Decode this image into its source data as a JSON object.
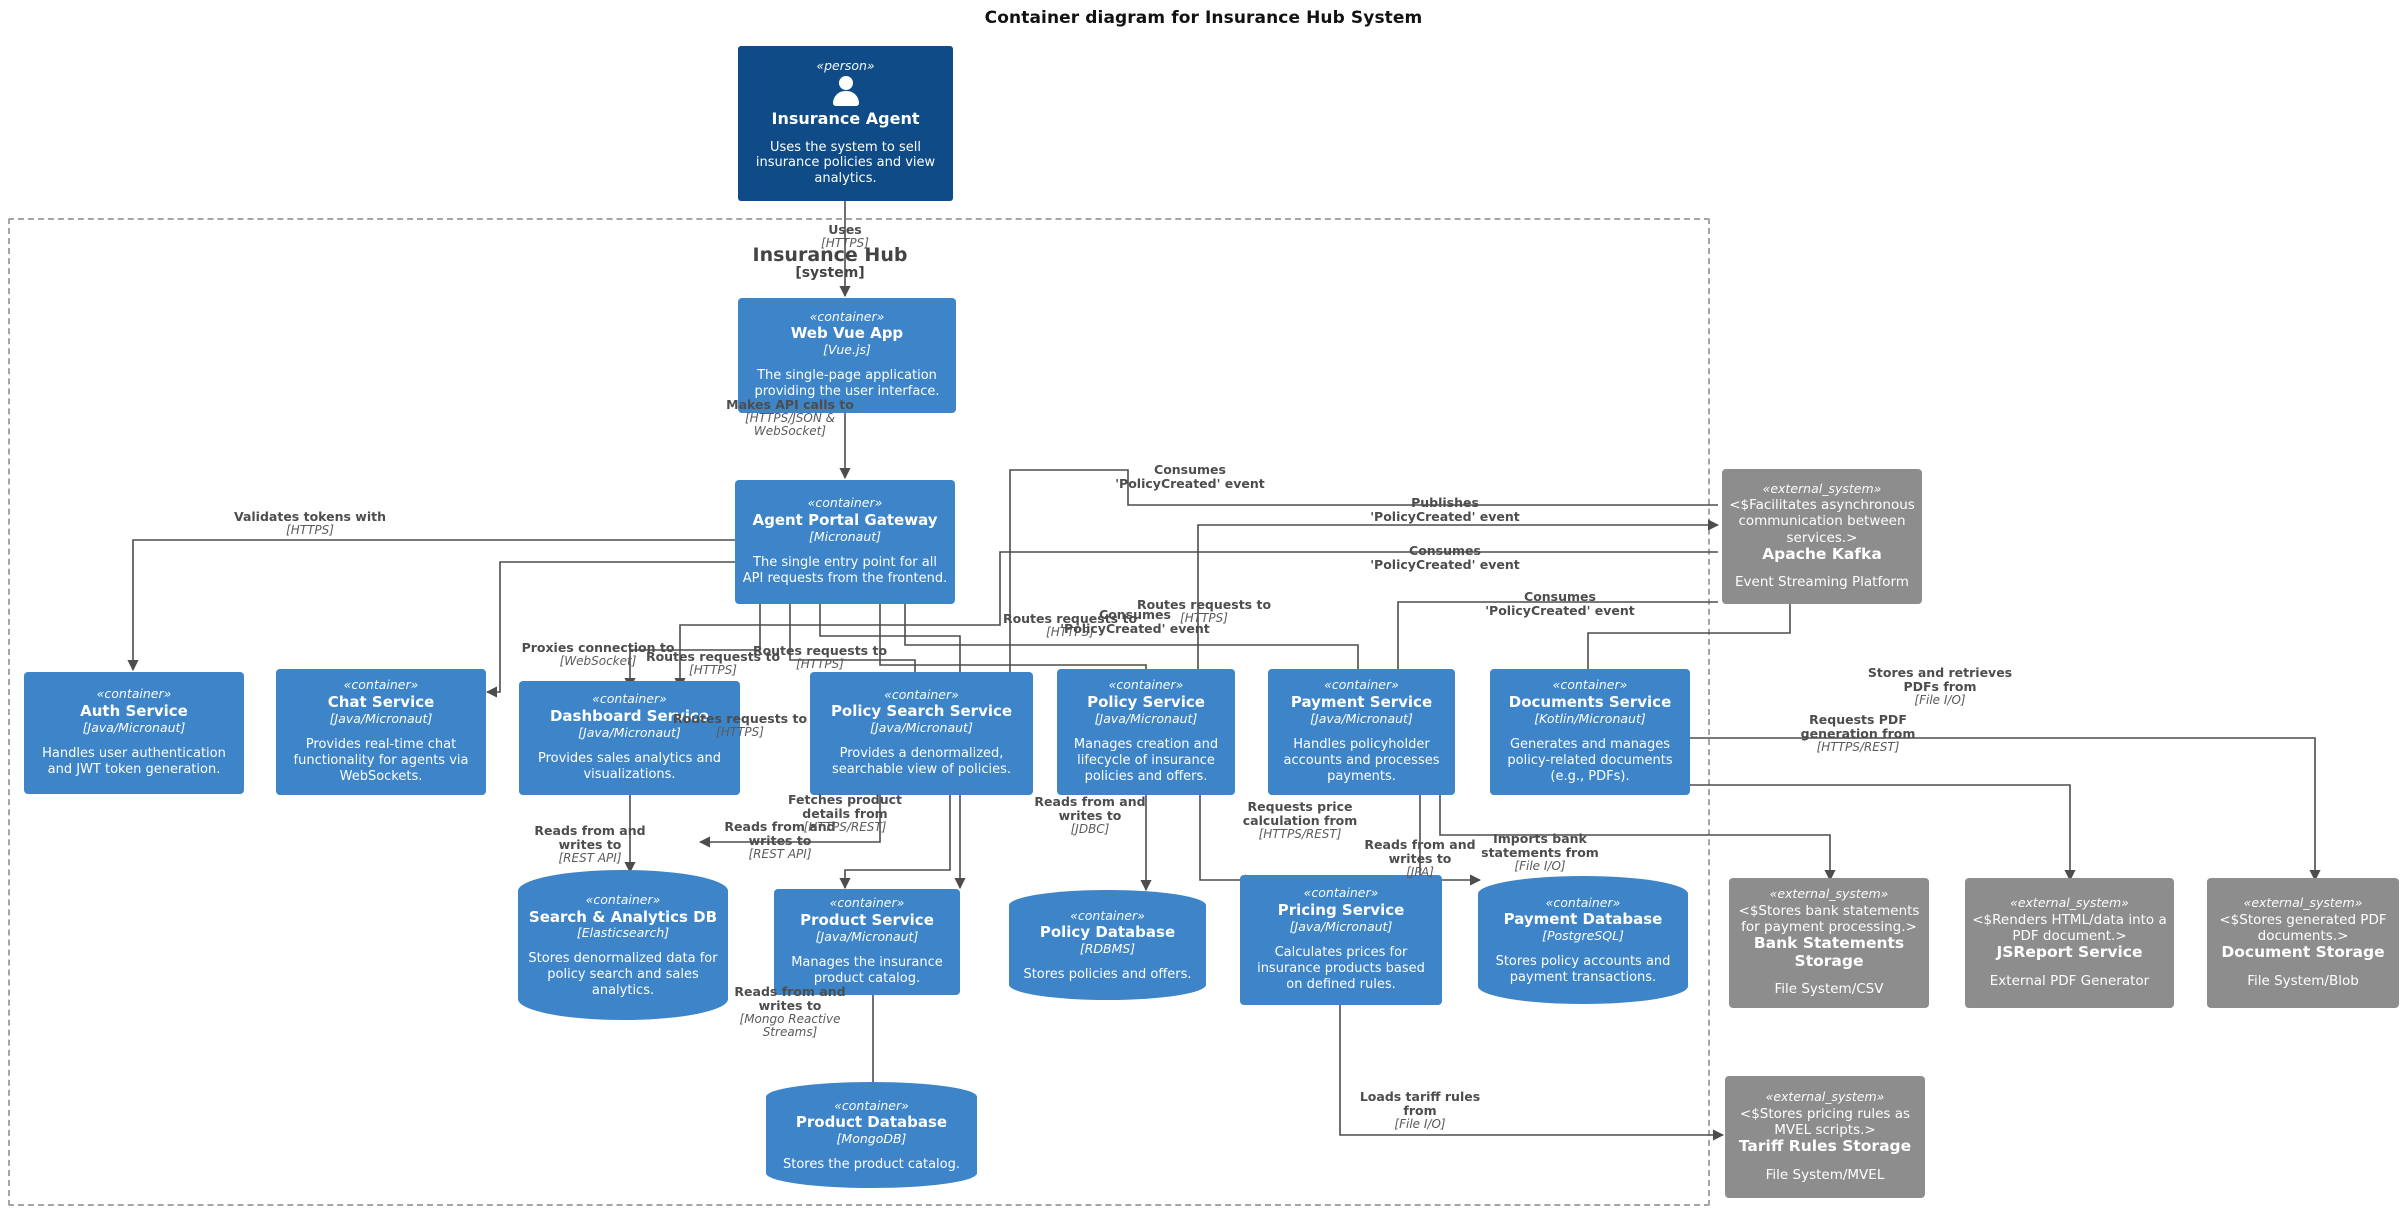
{
  "title": "Container diagram for Insurance Hub System",
  "boundary": {
    "name": "Insurance Hub",
    "type": "[system]"
  },
  "stereotypes": {
    "person": "«person»",
    "container": "«container»",
    "external_system": "«external_system»"
  },
  "colors": {
    "person": "#0f4c87",
    "container": "#3d85c8",
    "external": "#8d8d8d",
    "edge": "#4d4d4d",
    "boundary": "#a5a5a5",
    "background": "#ffffff"
  },
  "nodes": [
    {
      "id": "insurance-agent",
      "kind": "person",
      "stereotype": "«person»",
      "name": "Insurance Agent",
      "tech": "",
      "desc": "Uses the system to sell insurance policies and view analytics."
    },
    {
      "id": "web-vue-app",
      "kind": "container",
      "stereotype": "«container»",
      "name": "Web Vue App",
      "tech": "[Vue.js]",
      "desc": "The single-page application providing the user interface."
    },
    {
      "id": "agent-portal-gateway",
      "kind": "container",
      "stereotype": "«container»",
      "name": "Agent Portal Gateway",
      "tech": "[Micronaut]",
      "desc": "The single entry point for all API requests from the frontend."
    },
    {
      "id": "auth-service",
      "kind": "container",
      "stereotype": "«container»",
      "name": "Auth Service",
      "tech": "[Java/Micronaut]",
      "desc": "Handles user authentication and JWT token generation."
    },
    {
      "id": "chat-service",
      "kind": "container",
      "stereotype": "«container»",
      "name": "Chat Service",
      "tech": "[Java/Micronaut]",
      "desc": "Provides real-time chat functionality for agents via WebSockets."
    },
    {
      "id": "dashboard-service",
      "kind": "container",
      "stereotype": "«container»",
      "name": "Dashboard Service",
      "tech": "[Java/Micronaut]",
      "desc": "Provides sales analytics and visualizations."
    },
    {
      "id": "policy-search-service",
      "kind": "container",
      "stereotype": "«container»",
      "name": "Policy Search Service",
      "tech": "[Java/Micronaut]",
      "desc": "Provides a denormalized, searchable view of policies."
    },
    {
      "id": "policy-service",
      "kind": "container",
      "stereotype": "«container»",
      "name": "Policy Service",
      "tech": "[Java/Micronaut]",
      "desc": "Manages creation and lifecycle of insurance policies and offers."
    },
    {
      "id": "payment-service",
      "kind": "container",
      "stereotype": "«container»",
      "name": "Payment Service",
      "tech": "[Java/Micronaut]",
      "desc": "Handles policyholder accounts and processes payments."
    },
    {
      "id": "documents-service",
      "kind": "container",
      "stereotype": "«container»",
      "name": "Documents Service",
      "tech": "[Kotlin/Micronaut]",
      "desc": "Generates and manages policy-related documents (e.g., PDFs)."
    },
    {
      "id": "search-analytics-db",
      "kind": "db",
      "stereotype": "«container»",
      "name": "Search & Analytics DB",
      "tech": "[Elasticsearch]",
      "desc": "Stores denormalized data for policy search and sales analytics."
    },
    {
      "id": "product-service",
      "kind": "container",
      "stereotype": "«container»",
      "name": "Product Service",
      "tech": "[Java/Micronaut]",
      "desc": "Manages the insurance product catalog."
    },
    {
      "id": "policy-database",
      "kind": "db",
      "stereotype": "«container»",
      "name": "Policy Database",
      "tech": "[RDBMS]",
      "desc": "Stores policies and offers."
    },
    {
      "id": "pricing-service",
      "kind": "container",
      "stereotype": "«container»",
      "name": "Pricing Service",
      "tech": "[Java/Micronaut]",
      "desc": "Calculates prices for insurance products based on defined rules."
    },
    {
      "id": "payment-database",
      "kind": "db",
      "stereotype": "«container»",
      "name": "Payment Database",
      "tech": "[PostgreSQL]",
      "desc": "Stores policy accounts and payment transactions."
    },
    {
      "id": "product-database",
      "kind": "db",
      "stereotype": "«container»",
      "name": "Product Database",
      "tech": "[MongoDB]",
      "desc": "Stores the product catalog."
    },
    {
      "id": "apache-kafka",
      "kind": "external",
      "stereotype": "«external_system»",
      "xdesc": "<$Facilitates asynchronous communication between services.>",
      "name": "Apache Kafka",
      "tech": "Event Streaming Platform"
    },
    {
      "id": "bank-statements-storage",
      "kind": "external",
      "stereotype": "«external_system»",
      "xdesc": "<$Stores bank statements for payment processing.>",
      "name": "Bank Statements Storage",
      "tech": "File System/CSV"
    },
    {
      "id": "jsreport-service",
      "kind": "external",
      "stereotype": "«external_system»",
      "xdesc": "<$Renders HTML/data into a PDF document.>",
      "name": "JSReport Service",
      "tech": "External PDF Generator"
    },
    {
      "id": "document-storage",
      "kind": "external",
      "stereotype": "«external_system»",
      "xdesc": "<$Stores generated PDF documents.>",
      "name": "Document Storage",
      "tech": "File System/Blob"
    },
    {
      "id": "tariff-rules-storage",
      "kind": "external",
      "stereotype": "«external_system»",
      "xdesc": "<$Stores pricing rules as MVEL scripts.>",
      "name": "Tariff Rules Storage",
      "tech": "File System/MVEL"
    }
  ],
  "edges": [
    {
      "id": "agent-uses-web",
      "text": "Uses",
      "tech": "[HTTPS]"
    },
    {
      "id": "web-calls-gateway",
      "text": "Makes API calls to",
      "tech": "[HTTPS/JSON &\nWebSocket]"
    },
    {
      "id": "gateway-validates-auth",
      "text": "Validates tokens with",
      "tech": "[HTTPS]"
    },
    {
      "id": "gateway-proxies-chat",
      "text": "Proxies connection to",
      "tech": "[WebSocket]"
    },
    {
      "id": "gateway-routes-dashboard",
      "text": "Routes requests to",
      "tech": "[HTTPS]"
    },
    {
      "id": "gateway-routes-policysearch",
      "text": "Routes requests to",
      "tech": "[HTTPS]"
    },
    {
      "id": "gateway-routes-policy",
      "text": "Routes requests to",
      "tech": "[HTTPS]"
    },
    {
      "id": "gateway-routes-payment",
      "text": "Routes requests to",
      "tech": "[HTTPS]"
    },
    {
      "id": "gateway-routes-product",
      "text": "Routes requests to",
      "tech": "[HTTPS]"
    },
    {
      "id": "policy-publishes-kafka",
      "text": "Publishes\n'PolicyCreated' event",
      "tech": ""
    },
    {
      "id": "policysearch-consumes-kafka",
      "text": "Consumes\n'PolicyCreated' event",
      "tech": ""
    },
    {
      "id": "dashboard-consumes-kafka",
      "text": "Consumes\n'PolicyCreated' event",
      "tech": ""
    },
    {
      "id": "payment-consumes-kafka",
      "text": "Consumes\n'PolicyCreated' event",
      "tech": ""
    },
    {
      "id": "documents-consumes-kafka",
      "text": "Consumes\n'PolicyCreated' event",
      "tech": ""
    },
    {
      "id": "dashboard-rw-searchdb",
      "text": "Reads from and\nwrites to",
      "tech": "[REST API]"
    },
    {
      "id": "policysearch-rw-searchdb",
      "text": "Reads from and\nwrites to",
      "tech": "[REST API]"
    },
    {
      "id": "policysearch-fetches-product",
      "text": "Fetches product\ndetails from",
      "tech": "[HTTPS/REST]"
    },
    {
      "id": "policy-rw-policydb",
      "text": "Reads from and\nwrites to",
      "tech": "[JDBC]"
    },
    {
      "id": "policy-requests-pricing",
      "text": "Requests price\ncalculation from",
      "tech": "[HTTPS/REST]"
    },
    {
      "id": "pricing-rw-paymentdb",
      "text": "Reads from and\nwrites to",
      "tech": "[JPA]"
    },
    {
      "id": "product-rw-productdb",
      "text": "Reads from and\nwrites to",
      "tech": "[Mongo Reactive\nStreams]"
    },
    {
      "id": "payment-imports-bank",
      "text": "Imports bank\nstatements from",
      "tech": "[File I/O]"
    },
    {
      "id": "documents-stores-pdfs",
      "text": "Stores and retrieves\nPDFs from",
      "tech": "[File I/O]"
    },
    {
      "id": "documents-requests-pdf",
      "text": "Requests PDF\ngeneration from",
      "tech": "[HTTPS/REST]"
    },
    {
      "id": "pricing-loads-tariff",
      "text": "Loads tariff rules\nfrom",
      "tech": "[File I/O]"
    }
  ]
}
